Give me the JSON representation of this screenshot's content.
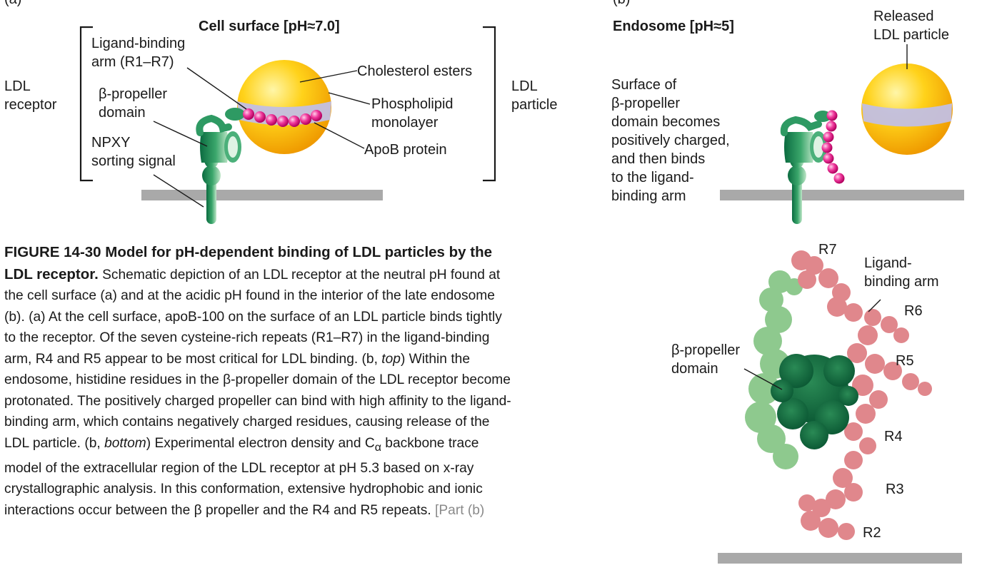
{
  "panel_a": {
    "letter": "(a)",
    "title": "Cell surface [pH≈7.0]",
    "left_label": "LDL\nreceptor",
    "right_label": "LDL\nparticle",
    "labels": {
      "ligand_arm": "Ligand-binding\narm (R1–R7)",
      "propeller": "β-propeller\ndomain",
      "npxy": "NPXY\nsorting signal",
      "chol": "Cholesterol esters",
      "phospho": "Phospholipid\nmonolayer",
      "apob": "ApoB protein"
    }
  },
  "panel_b": {
    "letter": "(b)",
    "title": "Endosome [pH≈5]",
    "released": "Released\nLDL particle",
    "surface_text": "Surface of\nβ-propeller\ndomain becomes\npositively charged,\nand then binds\nto the ligand-\nbinding arm"
  },
  "panel_b_bottom": {
    "ligand_arm": "Ligand-\nbinding arm",
    "propeller": "β-propeller\ndomain",
    "repeats": [
      "R7",
      "R6",
      "R5",
      "R4",
      "R3",
      "R2"
    ]
  },
  "caption": {
    "figure_label": "FIGURE 14-30",
    "title": " Model for pH-dependent binding of LDL particles by the LDL receptor.",
    "s1": " Schematic depiction of an LDL receptor at the neutral pH found at the cell surface (a) and at the acidic pH found in the interior of the late endosome (b). (a) At the cell surface, apoB-100 on the surface of an LDL particle binds tightly to the receptor. Of the seven cysteine-rich repeats (R1–R7) in the ligand-binding arm, R4 and R5 appear to be most critical for LDL binding. (b, ",
    "top": "top",
    "s2": ") Within the endosome, histidine residues in the β-propeller domain of the LDL receptor become protonated. The positively charged propeller can bind with high affinity to the ligand-binding arm, which contains negatively charged residues, causing release of the LDL particle. (b, ",
    "bottom": "bottom",
    "s3": ") Experimental electron density and C",
    "alpha": "α",
    "s4": " backbone trace model of the extracellular region of the LDL receptor at pH 5.3 based on x-ray crystallographic analysis. In this conformation, extensive hydrophobic and ionic interactions occur between the β propeller and the R4 and R5 repeats.",
    "tail": " [Part (b)"
  },
  "colors": {
    "green_dark": "#0f7a4c",
    "green": "#2e9a63",
    "green_light": "#8ec98e",
    "yellow": "#f5b800",
    "lavender": "#c2bfe3",
    "magenta": "#e8168a",
    "pink": "#e0878c",
    "membrane": "#a9a9a9"
  }
}
